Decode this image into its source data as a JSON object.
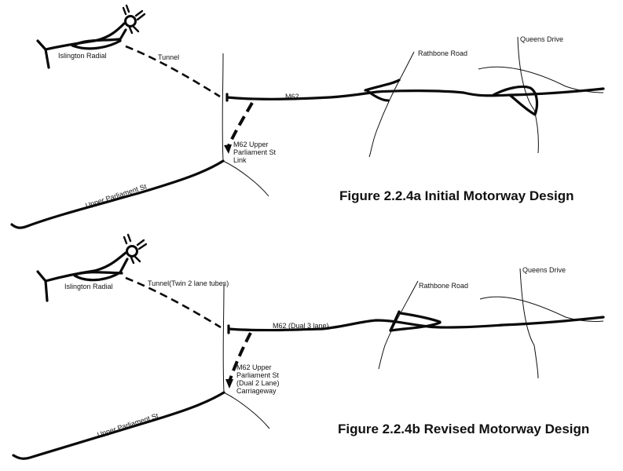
{
  "figures": [
    {
      "caption_number": "Figure 2.2.4a",
      "caption_title": "Initial Motorway Design",
      "labels": {
        "islington": "Islington Radial",
        "tunnel": "Tunnel",
        "m62": "M62",
        "link_line1": "M62 Upper",
        "link_line2": "Parliament St",
        "link_line3": "Link",
        "upper_parliament": "Upper Parliament St",
        "rathbone": "Rathbone Road",
        "queens": "Queens Drive"
      }
    },
    {
      "caption_number": "Figure 2.2.4b",
      "caption_title": "Revised Motorway Design",
      "labels": {
        "islington": "Islington Radial",
        "tunnel": "Tunnel(Twin 2 lane tubes)",
        "m62": "M62 (Dual 3 lane)",
        "link_line1": "M62 Upper",
        "link_line2": "Parliament St",
        "link_line3": "(Dual 2 Lane)",
        "link_line4": "Carriageway",
        "upper_parliament": "Upper Parliament St",
        "rathbone": "Rathbone Road",
        "queens": "Queens Drive"
      }
    }
  ]
}
